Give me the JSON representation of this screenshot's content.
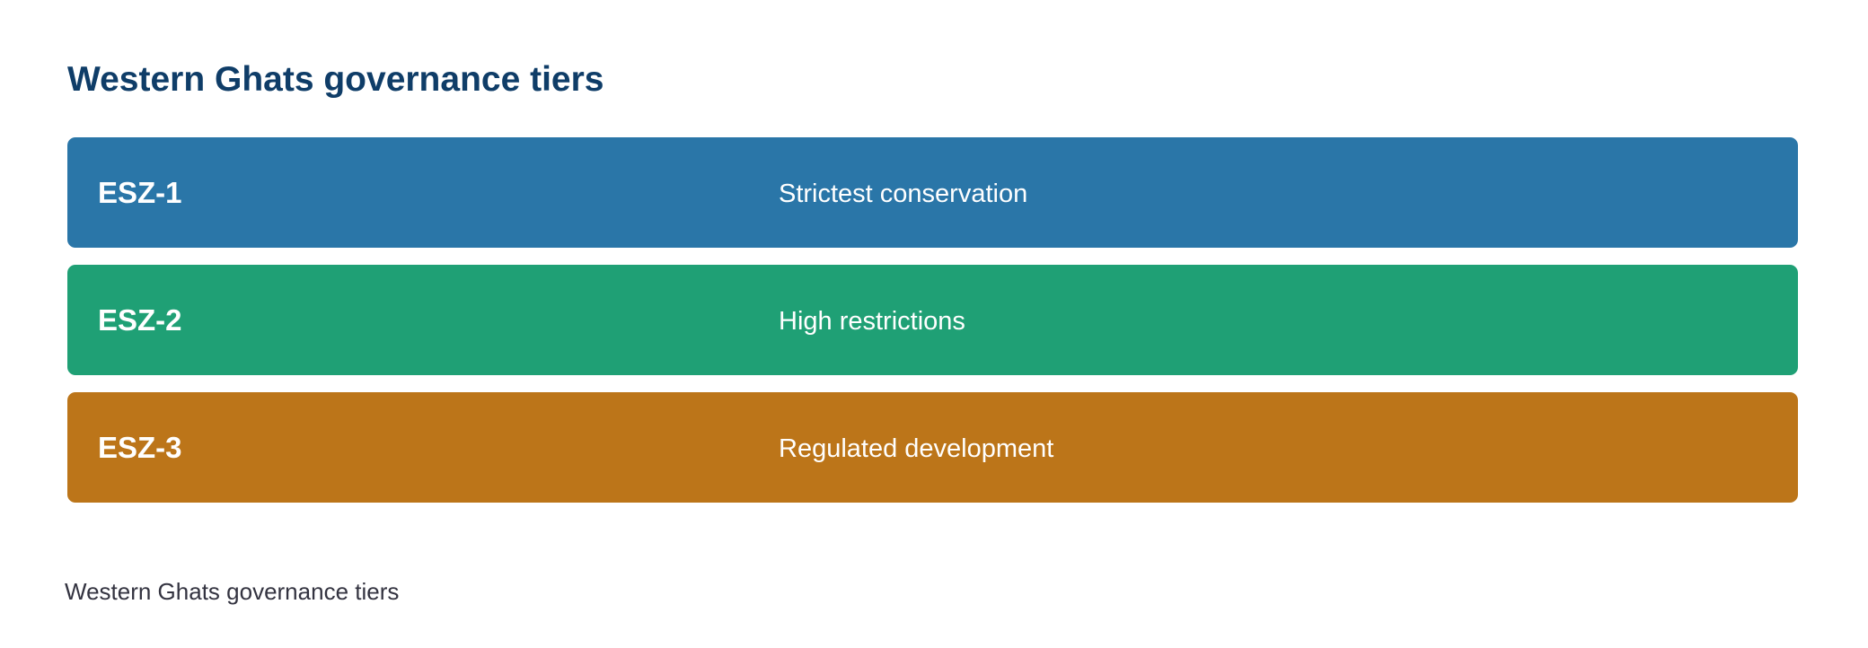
{
  "title": "Western Ghats governance tiers",
  "tiers": [
    {
      "code": "ESZ-1",
      "description": "Strictest conservation",
      "color": "#2a76a8"
    },
    {
      "code": "ESZ-2",
      "description": "High restrictions",
      "color": "#1fa075"
    },
    {
      "code": "ESZ-3",
      "description": "Regulated development",
      "color": "#bc7519"
    }
  ],
  "caption": "Western Ghats governance tiers"
}
